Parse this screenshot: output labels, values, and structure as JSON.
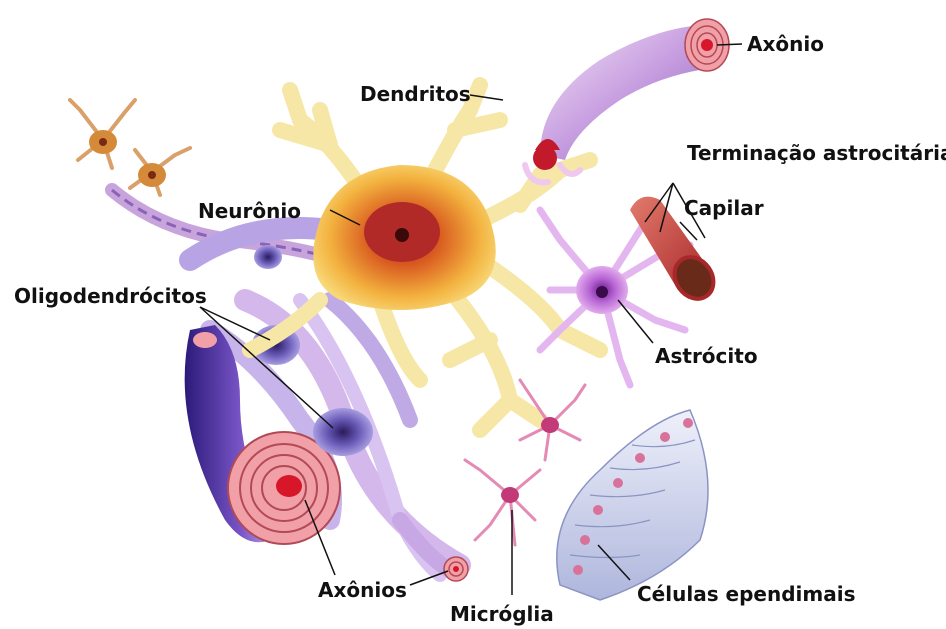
{
  "labels": {
    "axonio": "Axônio",
    "dendritos": "Dendritos",
    "terminacao": "Terminação astrocitária",
    "capilar": "Capilar",
    "neuronio": "Neurônio",
    "oligodendrocitos": "Oligodendrócitos",
    "astrocito": "Astrócito",
    "axonios": "Axônios",
    "microglia": "Micróglia",
    "celulas": "Células ependimais"
  },
  "colors": {
    "neuron_core": "#c0392b",
    "neuron_body": "#f0a83a",
    "dendrite": "#f6e7a6",
    "astrocyte": "#c77fd8",
    "oligodendrocyte": "#7d6cc4",
    "myelin": "#f2a0a8",
    "axon_core": "#d8162a",
    "capillary": "#c9423e",
    "microglia": "#d96fa0",
    "ependymal": "#c9cfe8"
  }
}
